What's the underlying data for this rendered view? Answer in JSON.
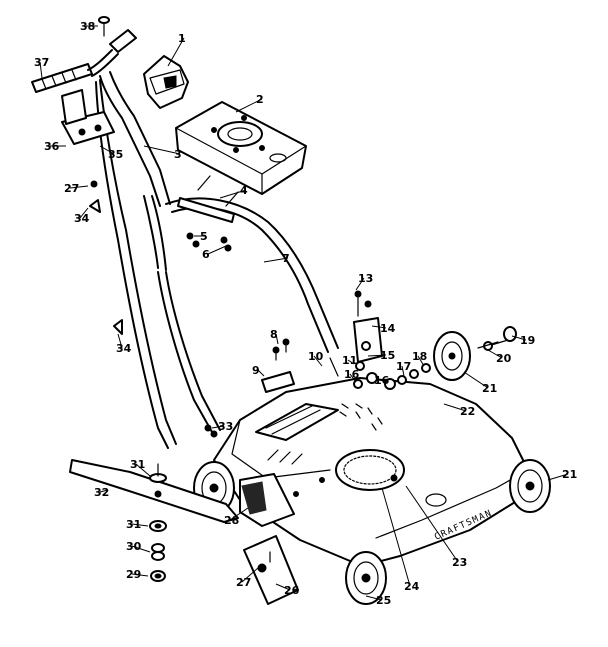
{
  "brand_label": "CRAFTSMAN",
  "callouts": [
    {
      "key": "c1",
      "label": "1"
    },
    {
      "key": "c2",
      "label": "2"
    },
    {
      "key": "c3",
      "label": "3"
    },
    {
      "key": "c4",
      "label": "4"
    },
    {
      "key": "c5",
      "label": "5"
    },
    {
      "key": "c6",
      "label": "6"
    },
    {
      "key": "c7",
      "label": "7"
    },
    {
      "key": "c8",
      "label": "8"
    },
    {
      "key": "c9",
      "label": "9"
    },
    {
      "key": "c10",
      "label": "10"
    },
    {
      "key": "c11",
      "label": "11"
    },
    {
      "key": "c13",
      "label": "13"
    },
    {
      "key": "c14",
      "label": "14"
    },
    {
      "key": "c15",
      "label": "15"
    },
    {
      "key": "c16a",
      "label": "16"
    },
    {
      "key": "c16b",
      "label": "16"
    },
    {
      "key": "c17",
      "label": "17"
    },
    {
      "key": "c18",
      "label": "18"
    },
    {
      "key": "c19",
      "label": "19"
    },
    {
      "key": "c20",
      "label": "20"
    },
    {
      "key": "c21a",
      "label": "21"
    },
    {
      "key": "c21b",
      "label": "21"
    },
    {
      "key": "c22",
      "label": "22"
    },
    {
      "key": "c23",
      "label": "23"
    },
    {
      "key": "c24",
      "label": "24"
    },
    {
      "key": "c25",
      "label": "25"
    },
    {
      "key": "c26",
      "label": "26"
    },
    {
      "key": "c27a",
      "label": "27"
    },
    {
      "key": "c27b",
      "label": "27"
    },
    {
      "key": "c28",
      "label": "28"
    },
    {
      "key": "c29",
      "label": "29"
    },
    {
      "key": "c30",
      "label": "30"
    },
    {
      "key": "c31a",
      "label": "31"
    },
    {
      "key": "c31b",
      "label": "31"
    },
    {
      "key": "c32",
      "label": "32"
    },
    {
      "key": "c33",
      "label": "33"
    },
    {
      "key": "c34a",
      "label": "34"
    },
    {
      "key": "c34b",
      "label": "34"
    },
    {
      "key": "c35",
      "label": "35"
    },
    {
      "key": "c36",
      "label": "36"
    },
    {
      "key": "c37",
      "label": "37"
    },
    {
      "key": "c38",
      "label": "38"
    }
  ]
}
